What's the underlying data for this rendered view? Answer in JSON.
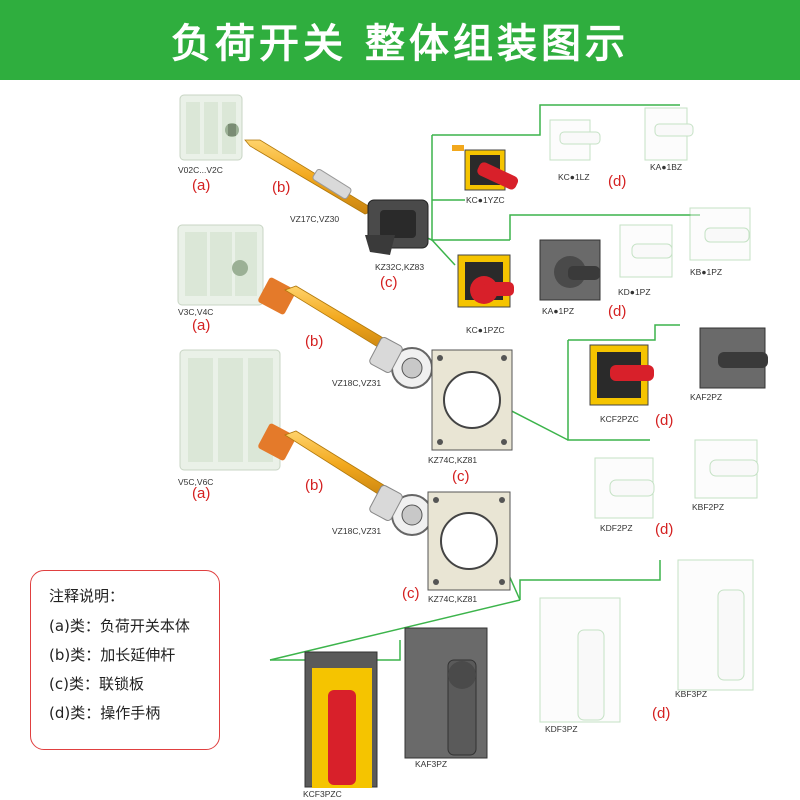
{
  "header": {
    "title": "负荷开关 整体组装图示"
  },
  "colors": {
    "header_green": "#2fae3e",
    "connector_green": "#3cb44b",
    "red_label": "#d42020",
    "shaft_orange": "#f2a81d",
    "handle_red": "#d8202a",
    "plate_yellow": "#f5c400",
    "plate_grey": "#5a5a5a"
  },
  "labels": {
    "sw1": "V02C...V2C",
    "sw1_tag": "(a)",
    "shaft1_tag": "(b)",
    "vz17": "VZ17C,VZ30",
    "kz32": "KZ32C,KZ83",
    "kz32_tag": "(c)",
    "kc1yzc": "KC●1YZC",
    "kc1lz": "KC●1LZ",
    "ka1bz": "KA●1BZ",
    "d1_tag": "(d)",
    "sw2": "V3C,V4C",
    "sw2_tag": "(a)",
    "shaft2_tag": "(b)",
    "kc1pzc": "KC●1PZC",
    "ka1pz": "KA●1PZ",
    "kd1pz": "KD●1PZ",
    "kb1pz": "KB●1PZ",
    "d2_tag": "(d)",
    "vz18a": "VZ18C,VZ31",
    "kz74a": "KZ74C,KZ81",
    "kz74a_tag": "(c)",
    "kcf2pzc": "KCF2PZC",
    "kaf2pz": "KAF2PZ",
    "d3_tag": "(d)",
    "kdf2pz": "KDF2PZ",
    "kbf2pz": "KBF2PZ",
    "d4_tag": "(d)",
    "sw3": "V5C,V6C",
    "sw3_tag": "(a)",
    "shaft3_tag": "(b)",
    "vz18b": "VZ18C,VZ31",
    "kz74b": "KZ74C,KZ81",
    "kz74b_tag": "(c)",
    "kcf3pzc": "KCF3PZC",
    "kaf3pz": "KAF3PZ",
    "kdf3pz": "KDF3PZ",
    "kbf3pz": "KBF3PZ",
    "d5_tag": "(d)"
  },
  "legend": {
    "title": "注释说明：",
    "items": [
      "(a)类：负荷开关本体",
      "(b)类：加长延伸杆",
      "(c)类：联锁板",
      "(d)类：操作手柄"
    ]
  }
}
